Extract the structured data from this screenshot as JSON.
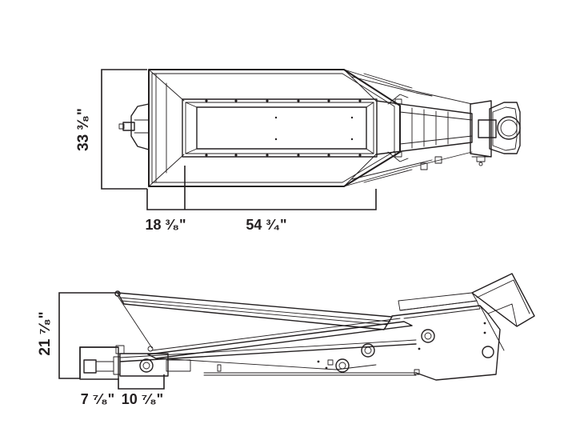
{
  "top_view": {
    "height_dim": "33 ³⁄₈\"",
    "front_dim": "18 ³⁄₈\"",
    "length_dim": "54 ³⁄₄\""
  },
  "side_view": {
    "height_dim": "21 ⁷⁄₈\"",
    "offset_dim": "7 ⁷⁄₈\"",
    "base_dim": "10 ⁷⁄₈\""
  },
  "colors": {
    "ink": "#231f20",
    "background": "#ffffff"
  }
}
